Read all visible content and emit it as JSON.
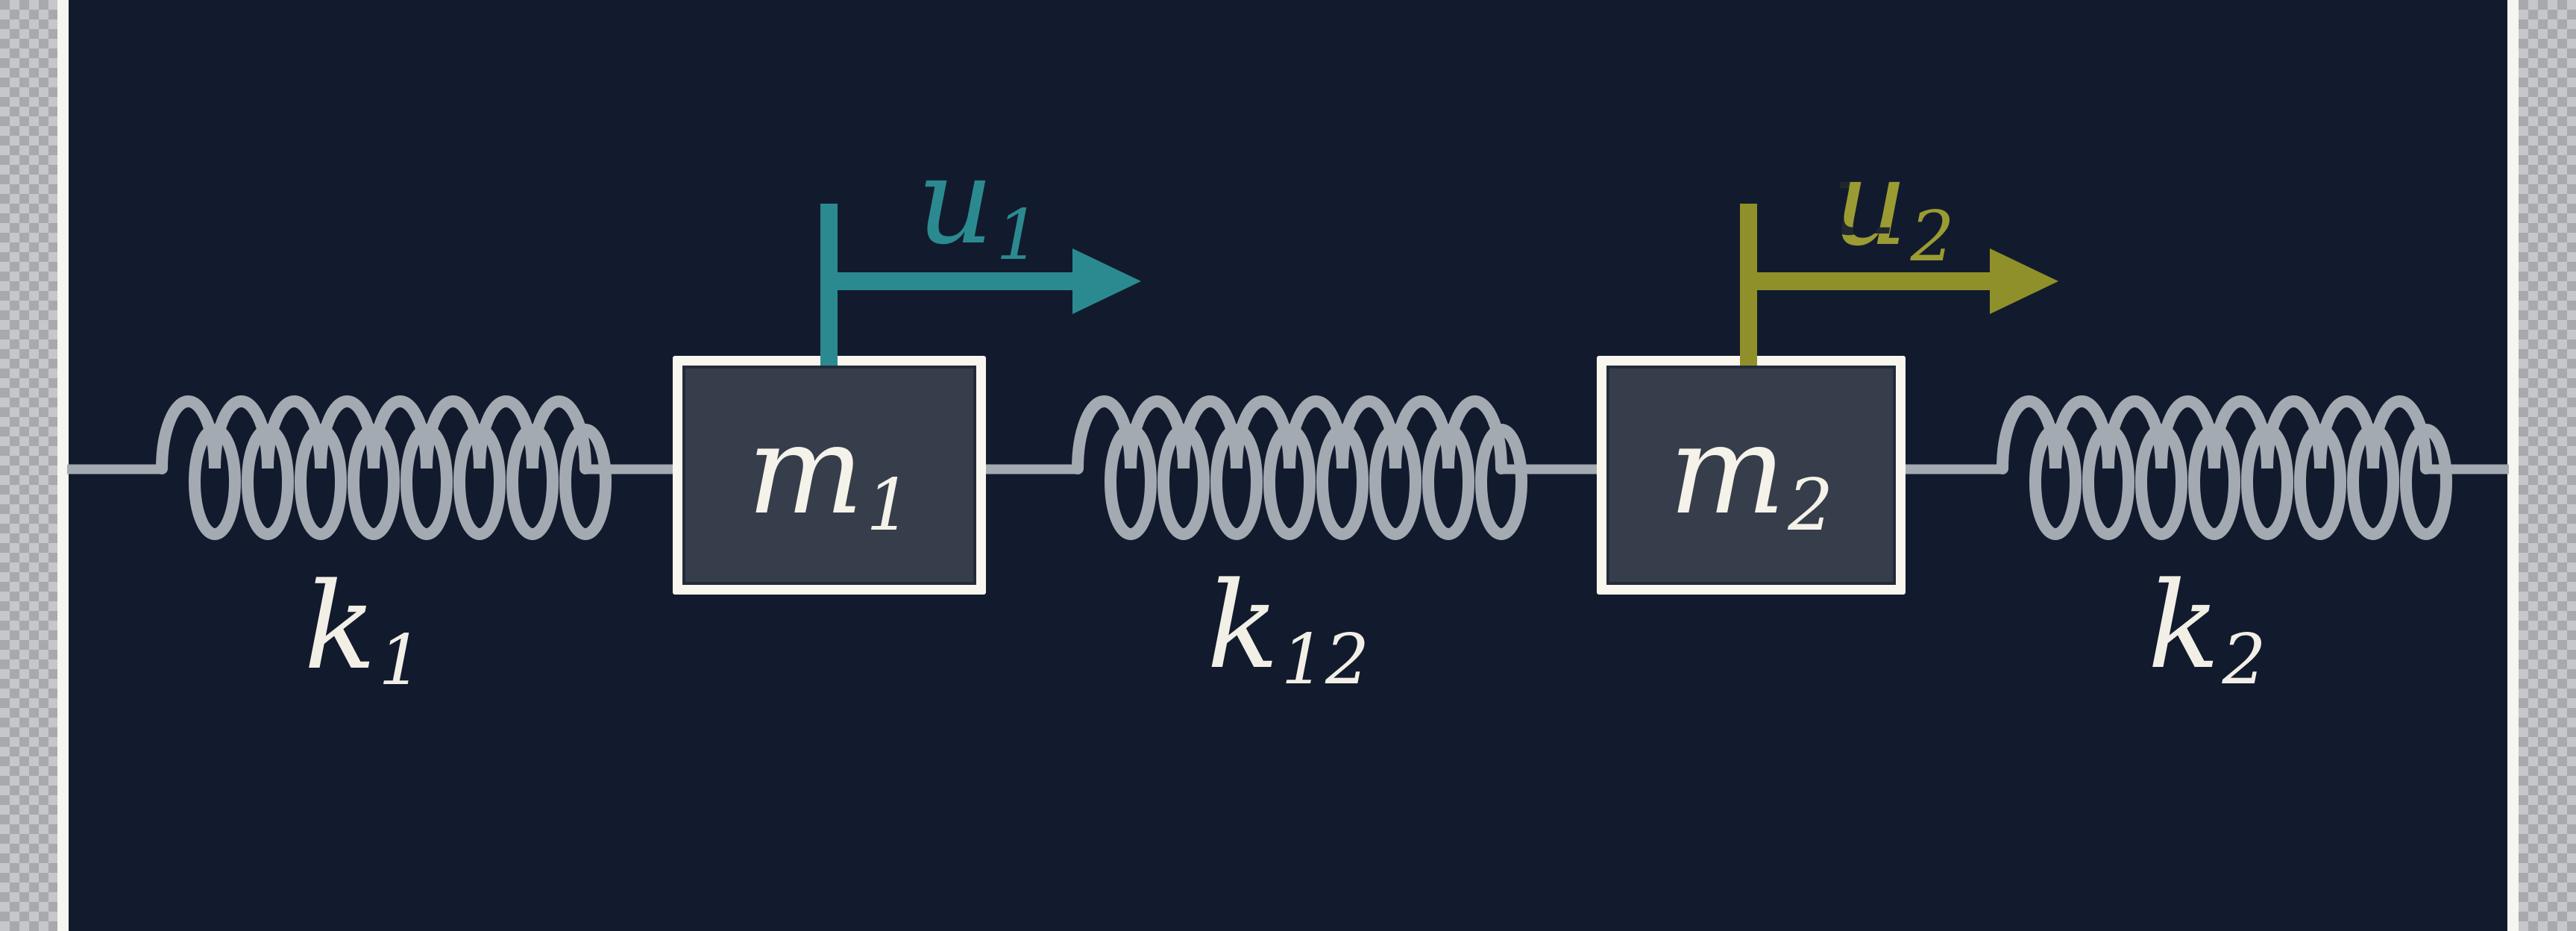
{
  "colors": {
    "panel_background": "#121b2d",
    "transparency_checker_light": "#c5c7ca",
    "transparency_checker_dark": "#a7a9ad",
    "edge_strip_white": "#f6f6f0",
    "spring_gray": "#a4aab1",
    "mass_border_white": "#f8f6ef",
    "mass_fill": "#363e4b",
    "label_white": "#f2efe6",
    "u1_teal": "#2b8a90",
    "u2_olive": "#8f9029"
  },
  "masses": [
    {
      "base": "m",
      "sub": "1"
    },
    {
      "base": "m",
      "sub": "2"
    }
  ],
  "springs": [
    {
      "base": "k",
      "sub": "1"
    },
    {
      "base": "k",
      "sub": "12"
    },
    {
      "base": "k",
      "sub": "2"
    }
  ],
  "displacements": [
    {
      "base": "u",
      "sub": "1"
    },
    {
      "base": "u",
      "sub": "2"
    }
  ]
}
